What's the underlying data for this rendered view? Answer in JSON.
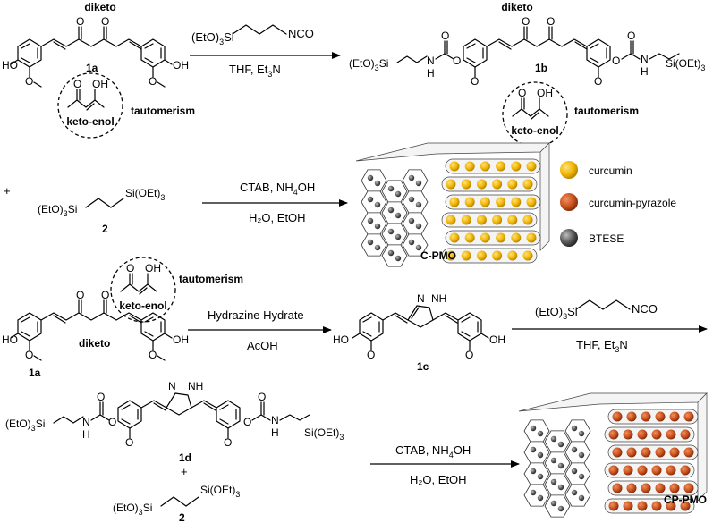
{
  "labels": {
    "diketo": "diketo",
    "tautomerism": "tautomerism",
    "keto_enol": "keto-enol",
    "c1a": "1a",
    "c1b": "1b",
    "c1c": "1c",
    "c1d": "1d",
    "c2": "2",
    "plus": "+",
    "o_atom": "O",
    "oh_group": "OH",
    "ho_group": "HO",
    "n_atom": "N",
    "h_atom": "H",
    "nh_group": "NH",
    "siet_left_base": "(EtO)",
    "siet_left_sub": "3",
    "siet_left_tail": "Si",
    "siet_right_head": "Si(OEt)",
    "siet_right_sub": "3",
    "nco": "NCO"
  },
  "reactions": {
    "r1_top_reagent_head": "(EtO)",
    "r1_top_reagent_sub": "3",
    "r1_top_reagent_tail": "Si",
    "r1_top_reagent_nco": "NCO",
    "r1_conditions_head": "THF, Et",
    "r1_conditions_sub": "3",
    "r1_conditions_tail": "N",
    "r2_top_head": "CTAB, NH",
    "r2_top_sub": "4",
    "r2_top_tail": "OH",
    "r2_bottom": "H₂O, EtOH",
    "r3_top": "Hydrazine Hydrate",
    "r3_bottom": "AcOH",
    "r4_conditions_head": "THF, Et",
    "r4_conditions_sub": "3",
    "r4_conditions_tail": "N",
    "r5_top_head": "CTAB, NH",
    "r5_top_sub": "4",
    "r5_top_tail": "OH",
    "r5_bottom": "H₂O, EtOH"
  },
  "materials": {
    "c_pmo": "C-PMO",
    "cp_pmo": "CP-PMO"
  },
  "legend": [
    {
      "label": "curcumin",
      "color": "#f0b400"
    },
    {
      "label": "curcumin-pyrazole",
      "color": "#c8501e"
    },
    {
      "label": "BTESE",
      "color": "#555555"
    }
  ]
}
